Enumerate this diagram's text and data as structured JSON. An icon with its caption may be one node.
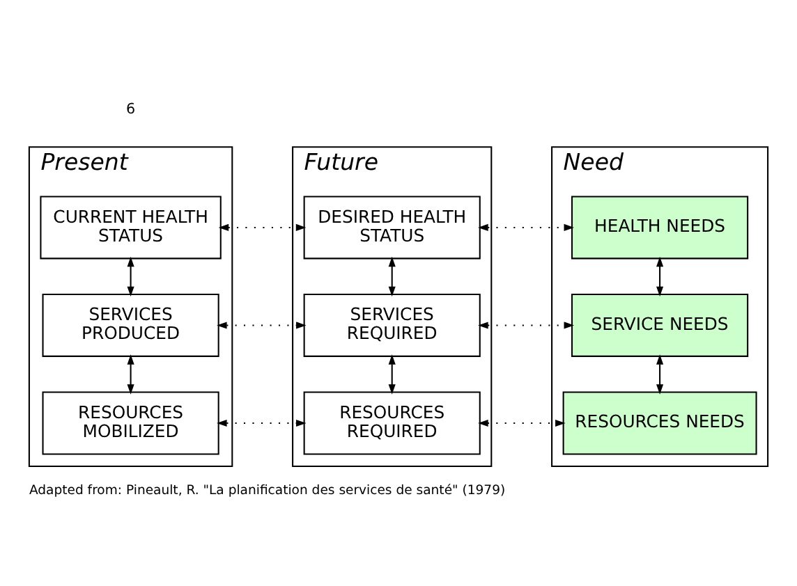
{
  "diagram": {
    "caption": "Adapted from: Pineault, R. \"La planification des services de santé\" (1979)",
    "nodes": [
      {
        "text": [
          "Present"
        ]
      },
      {
        "text": [
          "CURRENT HEALTH STATUS"
        ],
        "in": 0
      },
      {
        "text": [
          "SERVICES PRODUCED"
        ],
        "in": 0
      },
      {
        "text": [
          "RESOURCES MOBILIZED"
        ],
        "in": 0
      },
      {
        "text": [
          "Future"
        ]
      },
      {
        "text": [
          "DESIRED HEALTH STATUS"
        ],
        "in": 4
      },
      {
        "text": [
          "SERVICES REQUIRED"
        ],
        "in": 4
      },
      {
        "text": [
          "RESOURCES REQUIRED"
        ],
        "in": 4
      },
      {
        "text": [
          "Need"
        ]
      },
      {
        "text": [
          "HEALTH NEEDS"
        ],
        "in": 8
      },
      {
        "text": [
          "SERVICE NEEDS"
        ],
        "in": 8
      },
      {
        "text": [
          "RESOURCES NEEDS"
        ],
        "in": 8
      }
    ],
    "edges": [
      {
        "from": 1,
        "to": 2,
        "arrow": "both"
      },
      {
        "from": 2,
        "to": 3,
        "arrow": "both"
      },
      {
        "from": 5,
        "to": 6,
        "arrow": "both"
      },
      {
        "from": 6,
        "to": 7,
        "arrow": "both"
      },
      {
        "from": 9,
        "to": 10,
        "arrow": "both"
      },
      {
        "from": 10,
        "to": 11,
        "arrow": "both"
      },
      {
        "from": 1,
        "to": 5,
        "arrow": "both",
        "style": "dashed"
      },
      {
        "from": 2,
        "to": 6,
        "arrow": "both",
        "style": "dashed"
      },
      {
        "from": 3,
        "to": 7,
        "arrow": "both",
        "style": "dashed"
      },
      {
        "from": 5,
        "to": 9,
        "arrow": "both",
        "style": "dashed"
      },
      {
        "from": 6,
        "to": 10,
        "arrow": "both",
        "style": "dashed"
      },
      {
        "from": 7,
        "to": 11,
        "arrow": "both",
        "style": "dashed"
      }
    ],
    "labels": [
      "6"
    ]
  }
}
